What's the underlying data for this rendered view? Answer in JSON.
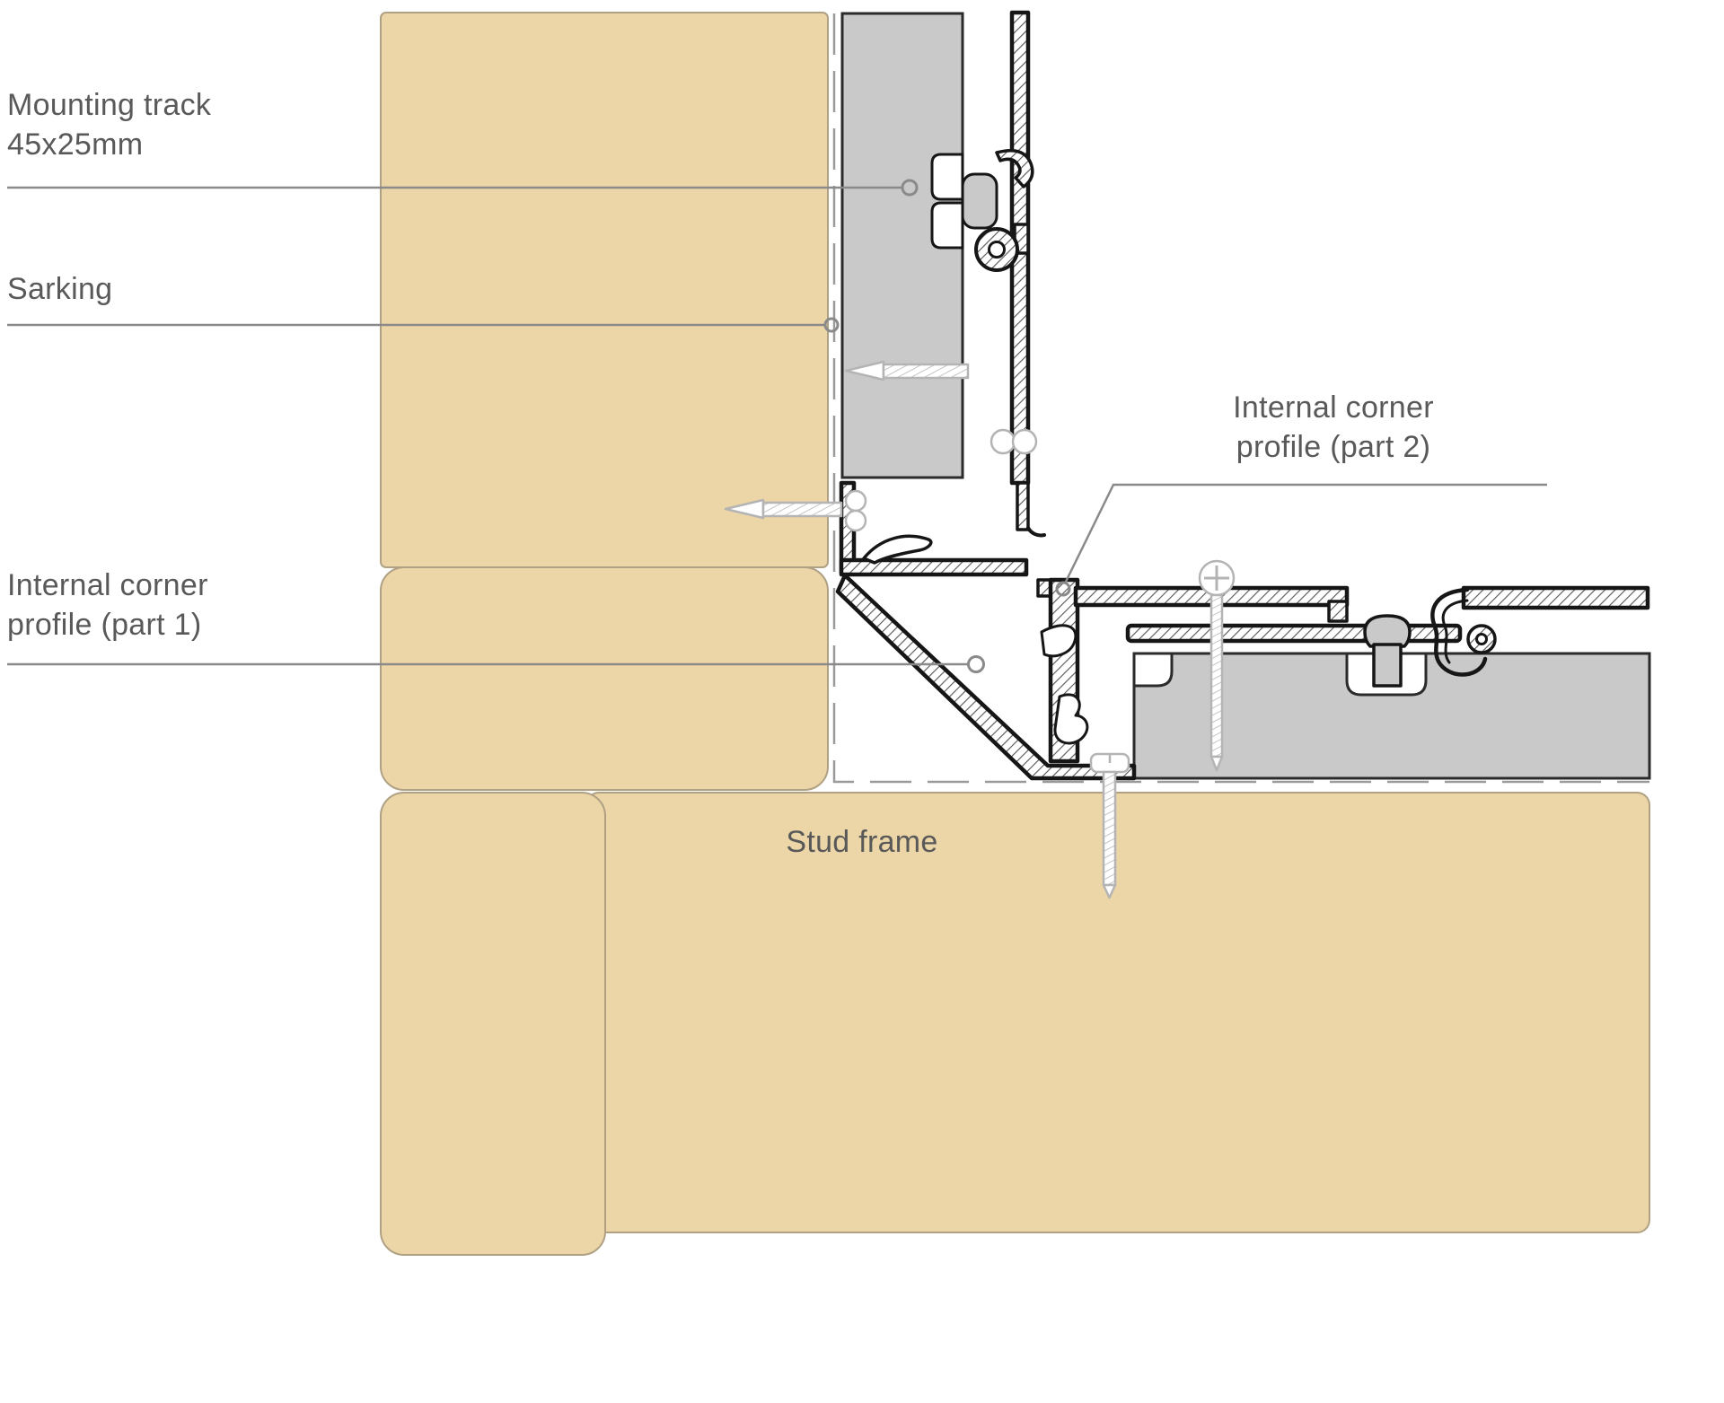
{
  "diagram": {
    "title_note": "Internal corner cladding construction detail",
    "labels": {
      "mounting_track": {
        "line1": "Mounting track",
        "line2": "45x25mm"
      },
      "sarking": "Sarking",
      "part1": {
        "line1": "Internal corner",
        "line2": "profile (part 1)"
      },
      "part2": {
        "line1": "Internal corner",
        "line2": "profile (part 2)"
      },
      "stud_frame": "Stud frame"
    },
    "colors": {
      "stud_frame": "#ecd5a7",
      "stud_frame_border": "#b0a184",
      "panel": "#c9c9c9",
      "panel_border": "#2b2b2b",
      "outline": "#161616",
      "leader": "#8a8a8a",
      "text": "#595959",
      "sarking_dash": "#9a9a9a",
      "fastener": "#b4b4b4"
    }
  }
}
